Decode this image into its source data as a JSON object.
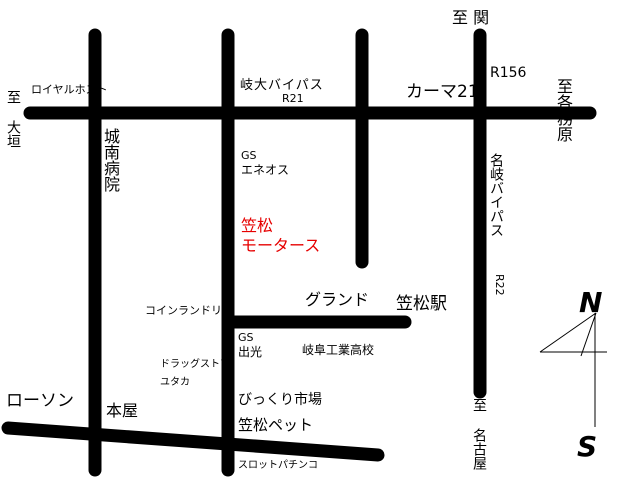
{
  "labels": {
    "to_seki": "至 関",
    "r156": "R156",
    "to_kakamigahara": "至各務原",
    "to_ogaki": "至 大垣",
    "royal_host": "ロイヤルホスト",
    "gifu_bypass": "岐大バイパス",
    "r21": "R21",
    "kama21": "カーマ21",
    "meigi_bypass": "名岐バイパス",
    "r22": "R22",
    "jonan_hospital": "城南病院",
    "gs_eneos_1": "GS",
    "gs_eneos_2": "エネオス",
    "shop_name_1": "笠松",
    "shop_name_2": "モータース",
    "coin_laundry": "コインランドリー",
    "grand": "グランド",
    "kasamatsu_station": "笠松駅",
    "gs_idemitsu_1": "GS",
    "gs_idemitsu_2": "出光",
    "gifu_tech_hs": "岐阜工業高校",
    "drugstore_1": "ドラッグストア",
    "drugstore_2": "ユタカ",
    "lawson": "ローソン",
    "honya": "本屋",
    "bikkuri_market": "びっくり市場",
    "kasamatsu_pet": "笠松ペット",
    "slot_pachinko": "スロットパチンコ",
    "to_nagoya": "至 名古屋"
  },
  "compass": {
    "north": "N",
    "south": "S"
  },
  "colors": {
    "road": "#000000",
    "shop": "#e60000",
    "background": "#ffffff"
  }
}
